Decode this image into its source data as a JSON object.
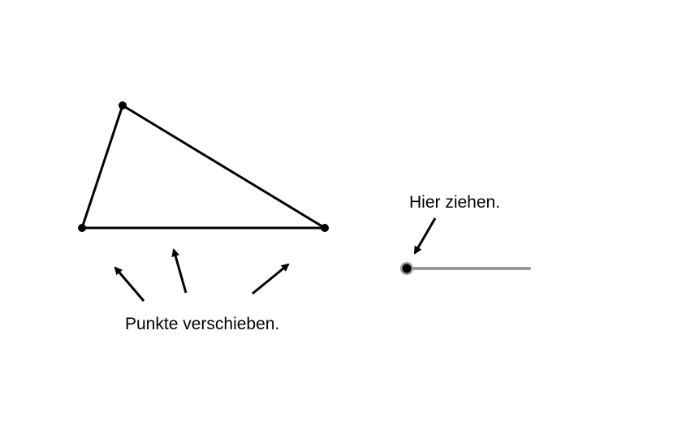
{
  "labels": {
    "move_points": "Punkte verschieben.",
    "drag_here": "Hier ziehen."
  },
  "slider": {
    "value": 0,
    "min": 0,
    "max": 1
  },
  "colors": {
    "stroke": "#000000",
    "slider_track": "#999999"
  }
}
